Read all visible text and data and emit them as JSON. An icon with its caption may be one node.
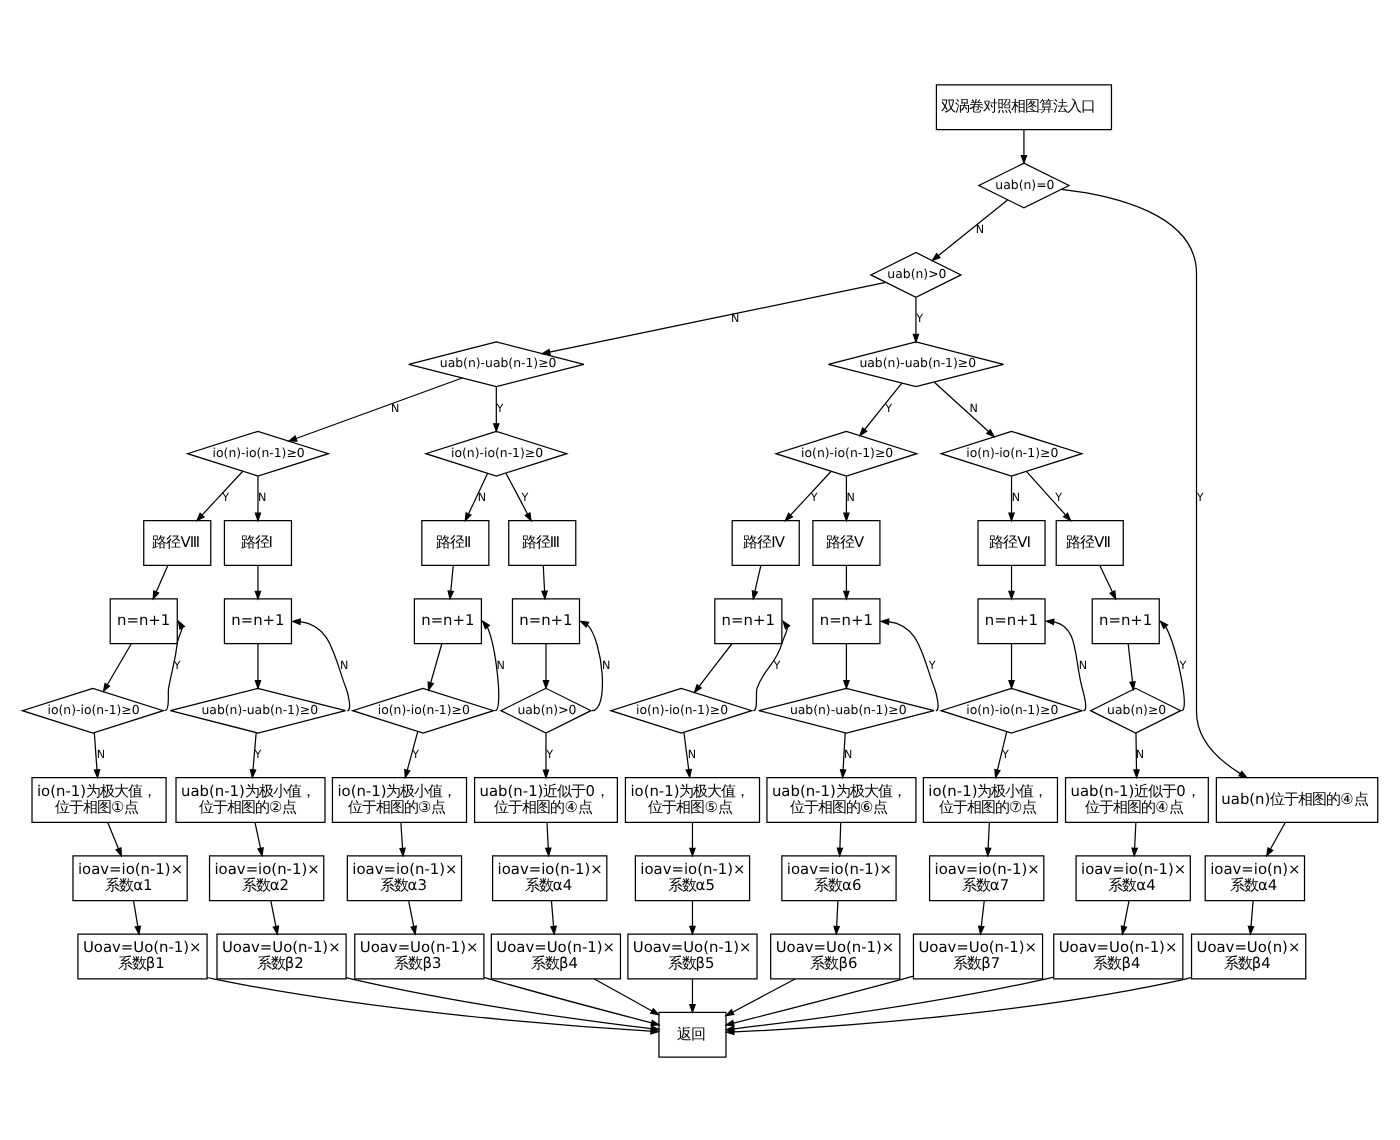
{
  "diagram": {
    "nodes": [
      {
        "text": [
          "双涡卷对照相图算法入口"
        ]
      },
      {
        "text": [
          "uab(n)=0"
        ]
      },
      {
        "text": [
          "uab(n)>0"
        ]
      },
      {
        "text": [
          "uab(n)-uab(n-1)≥0"
        ]
      },
      {
        "text": [
          "uab(n)-uab(n-1)≥0"
        ]
      },
      {
        "text": [
          "io(n)-io(n-1)≥0"
        ]
      },
      {
        "text": [
          "io(n)-io(n-1)≥0"
        ]
      },
      {
        "text": [
          "io(n)-io(n-1)≥0"
        ]
      },
      {
        "text": [
          "io(n)-io(n-1)≥0"
        ]
      },
      {
        "text": [
          "路径Ⅷ"
        ]
      },
      {
        "text": [
          "路径Ⅰ"
        ]
      },
      {
        "text": [
          "路径Ⅱ"
        ]
      },
      {
        "text": [
          "路径Ⅲ"
        ]
      },
      {
        "text": [
          "路径Ⅳ"
        ]
      },
      {
        "text": [
          "路径Ⅴ"
        ]
      },
      {
        "text": [
          "路径Ⅵ"
        ]
      },
      {
        "text": [
          "路径Ⅶ"
        ]
      },
      {
        "text": [
          "n=n+1"
        ]
      },
      {
        "text": [
          "n=n+1"
        ]
      },
      {
        "text": [
          "n=n+1"
        ]
      },
      {
        "text": [
          "n=n+1"
        ]
      },
      {
        "text": [
          "n=n+1"
        ]
      },
      {
        "text": [
          "n=n+1"
        ]
      },
      {
        "text": [
          "n=n+1"
        ]
      },
      {
        "text": [
          "n=n+1"
        ]
      },
      {
        "text": [
          "io(n)-io(n-1)≥0"
        ]
      },
      {
        "text": [
          "uab(n)-uab(n-1)≥0"
        ]
      },
      {
        "text": [
          "io(n)-io(n-1)≥0"
        ]
      },
      {
        "text": [
          "uab(n)>0"
        ]
      },
      {
        "text": [
          "io(n)-io(n-1)≥0"
        ]
      },
      {
        "text": [
          "uab(n)-uab(n-1)≥0"
        ]
      },
      {
        "text": [
          "io(n)-io(n-1)≥0"
        ]
      },
      {
        "text": [
          "uab(n)≥0"
        ]
      },
      {
        "text": [
          "io(n-1)为极大值，位于相图①点"
        ]
      },
      {
        "text": [
          "uab(n-1)为极小值，位于相图的②点"
        ]
      },
      {
        "text": [
          "io(n-1)为极小值，位于相图的③点"
        ]
      },
      {
        "text": [
          "uab(n-1)近似于0，位于相图的④点"
        ]
      },
      {
        "text": [
          "io(n-1)为极大值，位于相图⑤点"
        ]
      },
      {
        "text": [
          "uab(n-1)为极大值，位于相图的⑥点"
        ]
      },
      {
        "text": [
          "io(n-1)为极小值，位于相图的⑦点"
        ]
      },
      {
        "text": [
          "uab(n-1)近似于0，位于相图的④点"
        ]
      },
      {
        "text": [
          "uab(n)位于相图的④点"
        ]
      },
      {
        "text": [
          "ioav=io(n-1)×系数α1"
        ]
      },
      {
        "text": [
          "ioav=io(n-1)×系数α2"
        ]
      },
      {
        "text": [
          "ioav=io(n-1)×系数α3"
        ]
      },
      {
        "text": [
          "ioav=io(n-1)×系数α4"
        ]
      },
      {
        "text": [
          "ioav=io(n-1)×系数α5"
        ]
      },
      {
        "text": [
          "ioav=io(n-1)×系数α6"
        ]
      },
      {
        "text": [
          "ioav=io(n-1)×系数α7"
        ]
      },
      {
        "text": [
          "ioav=io(n-1)×系数α4"
        ]
      },
      {
        "text": [
          "ioav=io(n)×系数α4"
        ]
      },
      {
        "text": [
          "Uoav=Uo(n-1)×系数β1"
        ]
      },
      {
        "text": [
          "Uoav=Uo(n-1)×系数β2"
        ]
      },
      {
        "text": [
          "Uoav=Uo(n-1)×系数β3"
        ]
      },
      {
        "text": [
          "Uoav=Uo(n-1)×系数β4"
        ]
      },
      {
        "text": [
          "Uoav=Uo(n-1)×系数β5"
        ]
      },
      {
        "text": [
          "Uoav=Uo(n-1)×系数β6"
        ]
      },
      {
        "text": [
          "Uoav=Uo(n-1)×系数β7"
        ]
      },
      {
        "text": [
          "Uoav=Uo(n-1)×系数β4"
        ]
      },
      {
        "text": [
          "Uoav=Uo(n)×系数β4"
        ]
      },
      {
        "text": [
          "返回"
        ]
      }
    ],
    "edges": [
      {
        "from": 0,
        "to": 1,
        "arrow": "to"
      },
      {
        "from": 1,
        "to": 2,
        "arrow": "to",
        "label": "N"
      },
      {
        "from": 1,
        "to": 41,
        "arrow": "to",
        "label": "Y"
      },
      {
        "from": 2,
        "to": 3,
        "arrow": "to",
        "label": "N"
      },
      {
        "from": 2,
        "to": 4,
        "arrow": "to",
        "label": "Y"
      },
      {
        "from": 3,
        "to": 5,
        "arrow": "to",
        "label": "N"
      },
      {
        "from": 3,
        "to": 6,
        "arrow": "to",
        "label": "Y"
      },
      {
        "from": 4,
        "to": 7,
        "arrow": "to",
        "label": "Y"
      },
      {
        "from": 4,
        "to": 8,
        "arrow": "to",
        "label": "N"
      },
      {
        "from": 5,
        "to": 9,
        "arrow": "to",
        "label": "Y"
      },
      {
        "from": 5,
        "to": 10,
        "arrow": "to",
        "label": "N"
      },
      {
        "from": 6,
        "to": 11,
        "arrow": "to",
        "label": "N"
      },
      {
        "from": 6,
        "to": 12,
        "arrow": "to",
        "label": "Y"
      },
      {
        "from": 7,
        "to": 13,
        "arrow": "to",
        "label": "Y"
      },
      {
        "from": 7,
        "to": 14,
        "arrow": "to",
        "label": "N"
      },
      {
        "from": 8,
        "to": 15,
        "arrow": "to",
        "label": "N"
      },
      {
        "from": 8,
        "to": 16,
        "arrow": "to",
        "label": "Y"
      },
      {
        "from": 9,
        "to": 17,
        "arrow": "to"
      },
      {
        "from": 10,
        "to": 18,
        "arrow": "to"
      },
      {
        "from": 11,
        "to": 19,
        "arrow": "to"
      },
      {
        "from": 12,
        "to": 20,
        "arrow": "to"
      },
      {
        "from": 13,
        "to": 21,
        "arrow": "to"
      },
      {
        "from": 14,
        "to": 22,
        "arrow": "to"
      },
      {
        "from": 15,
        "to": 23,
        "arrow": "to"
      },
      {
        "from": 16,
        "to": 24,
        "arrow": "to"
      },
      {
        "from": 17,
        "to": 25,
        "arrow": "to"
      },
      {
        "from": 18,
        "to": 26,
        "arrow": "to"
      },
      {
        "from": 19,
        "to": 27,
        "arrow": "to"
      },
      {
        "from": 20,
        "to": 28,
        "arrow": "to"
      },
      {
        "from": 21,
        "to": 29,
        "arrow": "to"
      },
      {
        "from": 22,
        "to": 30,
        "arrow": "to"
      },
      {
        "from": 23,
        "to": 31,
        "arrow": "to"
      },
      {
        "from": 24,
        "to": 32,
        "arrow": "to"
      },
      {
        "from": 25,
        "to": 17,
        "arrow": "to",
        "label": "Y"
      },
      {
        "from": 26,
        "to": 18,
        "arrow": "to",
        "label": "N"
      },
      {
        "from": 27,
        "to": 19,
        "arrow": "to",
        "label": "N"
      },
      {
        "from": 28,
        "to": 20,
        "arrow": "to",
        "label": "N"
      },
      {
        "from": 29,
        "to": 21,
        "arrow": "to",
        "label": "Y"
      },
      {
        "from": 30,
        "to": 22,
        "arrow": "to",
        "label": "Y"
      },
      {
        "from": 31,
        "to": 23,
        "arrow": "to",
        "label": "N"
      },
      {
        "from": 32,
        "to": 24,
        "arrow": "to",
        "label": "Y"
      },
      {
        "from": 25,
        "to": 33,
        "arrow": "to",
        "label": "N"
      },
      {
        "from": 26,
        "to": 34,
        "arrow": "to",
        "label": "Y"
      },
      {
        "from": 27,
        "to": 35,
        "arrow": "to",
        "label": "Y"
      },
      {
        "from": 28,
        "to": 36,
        "arrow": "to",
        "label": "Y"
      },
      {
        "from": 29,
        "to": 37,
        "arrow": "to",
        "label": "N"
      },
      {
        "from": 30,
        "to": 38,
        "arrow": "to",
        "label": "N"
      },
      {
        "from": 31,
        "to": 39,
        "arrow": "to",
        "label": "Y"
      },
      {
        "from": 32,
        "to": 40,
        "arrow": "to",
        "label": "N"
      },
      {
        "from": 33,
        "to": 42,
        "arrow": "to"
      },
      {
        "from": 34,
        "to": 43,
        "arrow": "to"
      },
      {
        "from": 35,
        "to": 44,
        "arrow": "to"
      },
      {
        "from": 36,
        "to": 45,
        "arrow": "to"
      },
      {
        "from": 37,
        "to": 46,
        "arrow": "to"
      },
      {
        "from": 38,
        "to": 47,
        "arrow": "to"
      },
      {
        "from": 39,
        "to": 48,
        "arrow": "to"
      },
      {
        "from": 40,
        "to": 49,
        "arrow": "to"
      },
      {
        "from": 41,
        "to": 50,
        "arrow": "to"
      },
      {
        "from": 42,
        "to": 51,
        "arrow": "to"
      },
      {
        "from": 43,
        "to": 52,
        "arrow": "to"
      },
      {
        "from": 44,
        "to": 53,
        "arrow": "to"
      },
      {
        "from": 45,
        "to": 54,
        "arrow": "to"
      },
      {
        "from": 46,
        "to": 55,
        "arrow": "to"
      },
      {
        "from": 47,
        "to": 56,
        "arrow": "to"
      },
      {
        "from": 48,
        "to": 57,
        "arrow": "to"
      },
      {
        "from": 49,
        "to": 58,
        "arrow": "to"
      },
      {
        "from": 50,
        "to": 59,
        "arrow": "to"
      },
      {
        "from": 51,
        "to": 60,
        "arrow": "to"
      },
      {
        "from": 52,
        "to": 60,
        "arrow": "to"
      },
      {
        "from": 53,
        "to": 60,
        "arrow": "to"
      },
      {
        "from": 54,
        "to": 60,
        "arrow": "to"
      },
      {
        "from": 55,
        "to": 60,
        "arrow": "to"
      },
      {
        "from": 56,
        "to": 60,
        "arrow": "to"
      },
      {
        "from": 57,
        "to": 60,
        "arrow": "to"
      },
      {
        "from": 58,
        "to": 60,
        "arrow": "to"
      },
      {
        "from": 59,
        "to": 60,
        "arrow": "to"
      }
    ]
  }
}
